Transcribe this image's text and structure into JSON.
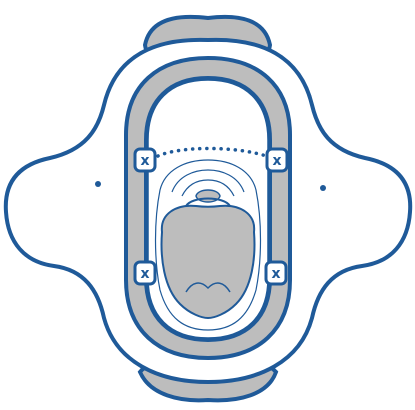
{
  "colors": {
    "outline": "#1f5a99",
    "gray_fill": "#bdbdbd",
    "gray_dark": "#a9a9a9",
    "background": "#ffffff",
    "dots": "#1f5a99"
  },
  "figure": {
    "clip_markers": [
      {
        "name": "clip-top-left",
        "glyph": "x"
      },
      {
        "name": "clip-top-right",
        "glyph": "x"
      },
      {
        "name": "clip-bottom-left",
        "glyph": "x"
      },
      {
        "name": "clip-bottom-right",
        "glyph": "x"
      }
    ],
    "icons": [
      "shield-outline-icon",
      "mouth-opening-icon",
      "tongue-icon",
      "dotted-arc-icon",
      "screw-dot-icon"
    ]
  }
}
